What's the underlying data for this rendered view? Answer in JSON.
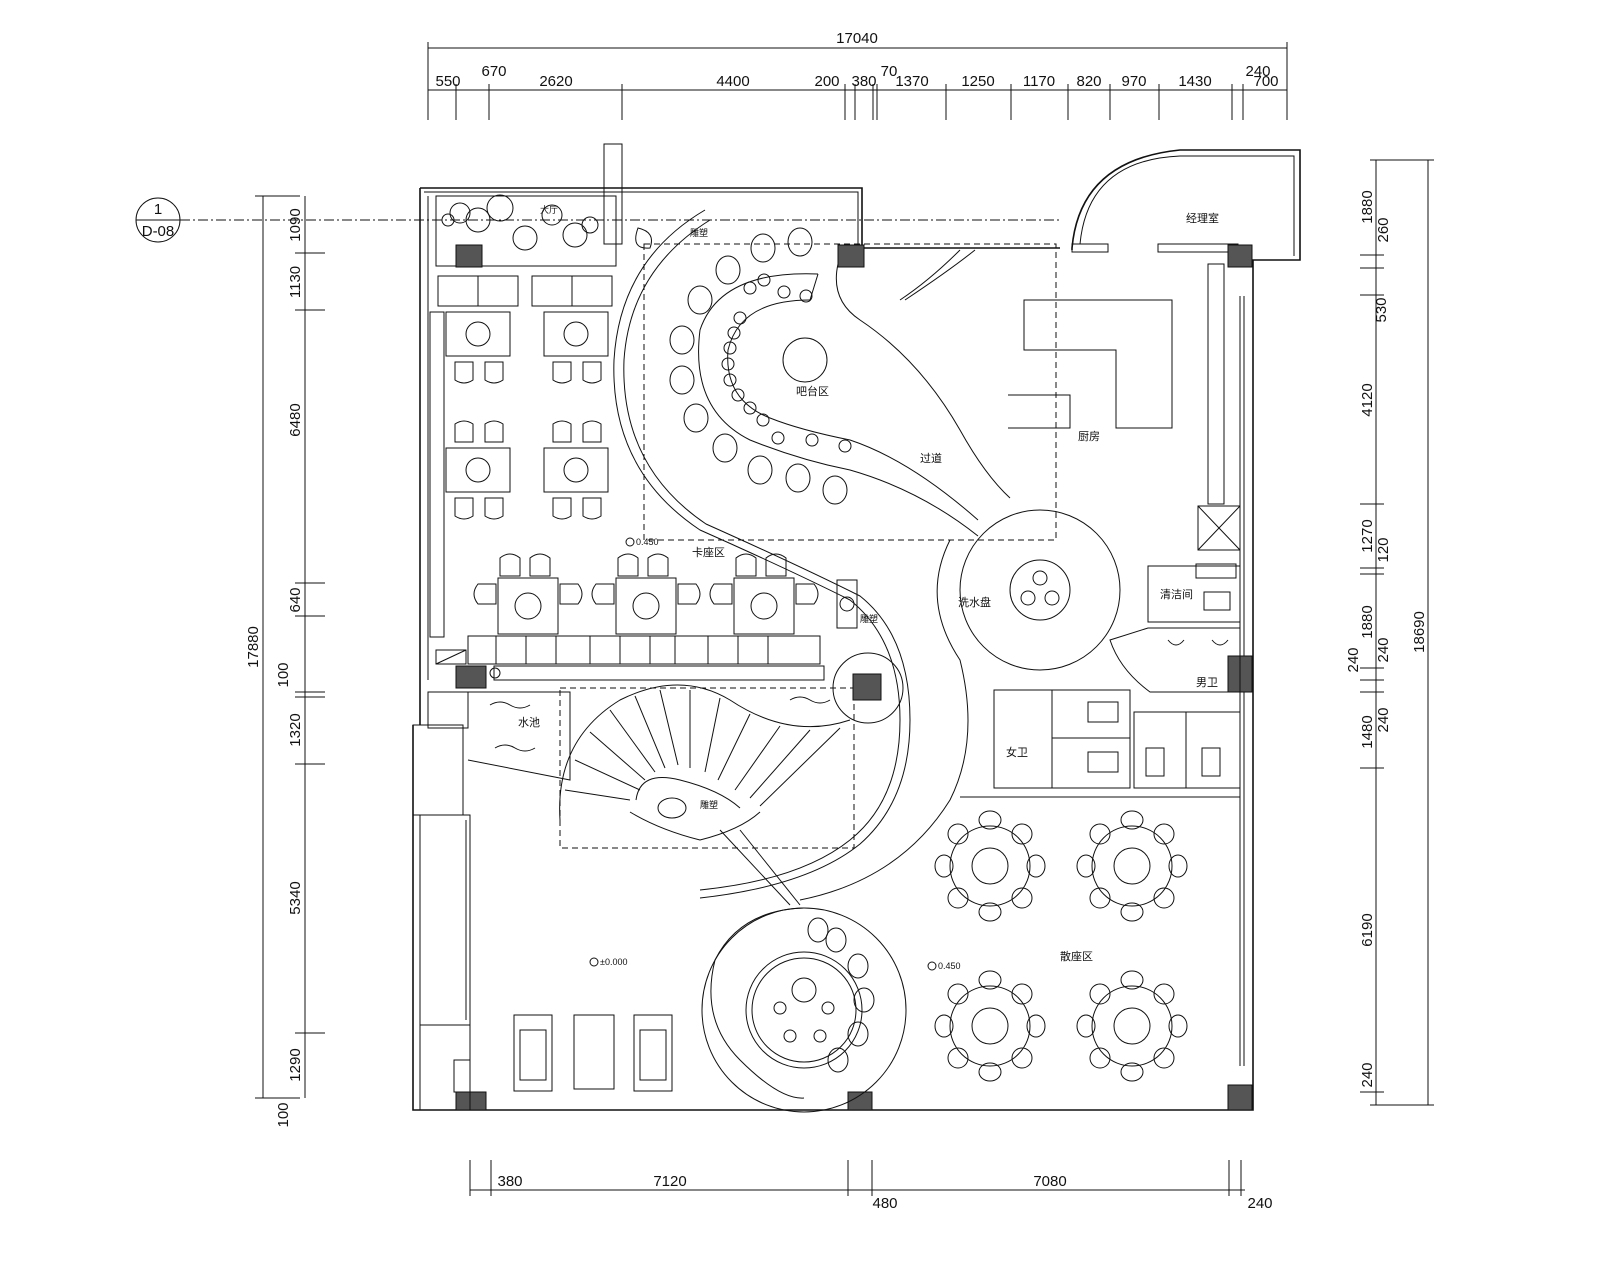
{
  "dimensions": {
    "top_total": "17040",
    "top_segments": [
      "550",
      "670",
      "2620",
      "4400",
      "200",
      "380",
      "70",
      "1370",
      "1250",
      "1170",
      "820",
      "970",
      "1430",
      "240",
      "700"
    ],
    "bottom_segments": [
      "380",
      "7120",
      "480",
      "7080",
      "240"
    ],
    "left_total": "17880",
    "left_segments": [
      "1090",
      "1130",
      "6480",
      "640",
      "100",
      "1320",
      "5340",
      "1290",
      "100"
    ],
    "right_total": "18690",
    "right_segments": [
      "1880",
      "260",
      "530",
      "4120",
      "1270",
      "120",
      "1880",
      "240",
      "240",
      "240",
      "1480",
      "6190",
      "240"
    ]
  },
  "section_marker": {
    "number": "1",
    "sheet": "D-08"
  },
  "rooms": {
    "hall_large": "大厅",
    "office": "经理室",
    "kitchen": "厨房",
    "bar_area": "吧台区",
    "aisle": "过道",
    "card_area": "卡座区",
    "sink": "洗水盘",
    "cleaning": "清洁间",
    "male_wc": "男卫",
    "female_wc": "女卫",
    "pool": "水池",
    "sculpture_1": "雕塑",
    "sculpture_2": "雕塑",
    "sculpture_3": "雕塑",
    "dining_area": "散座区"
  },
  "elevations": {
    "upper": "0.450",
    "left": "±0.000",
    "right": "0.450"
  }
}
